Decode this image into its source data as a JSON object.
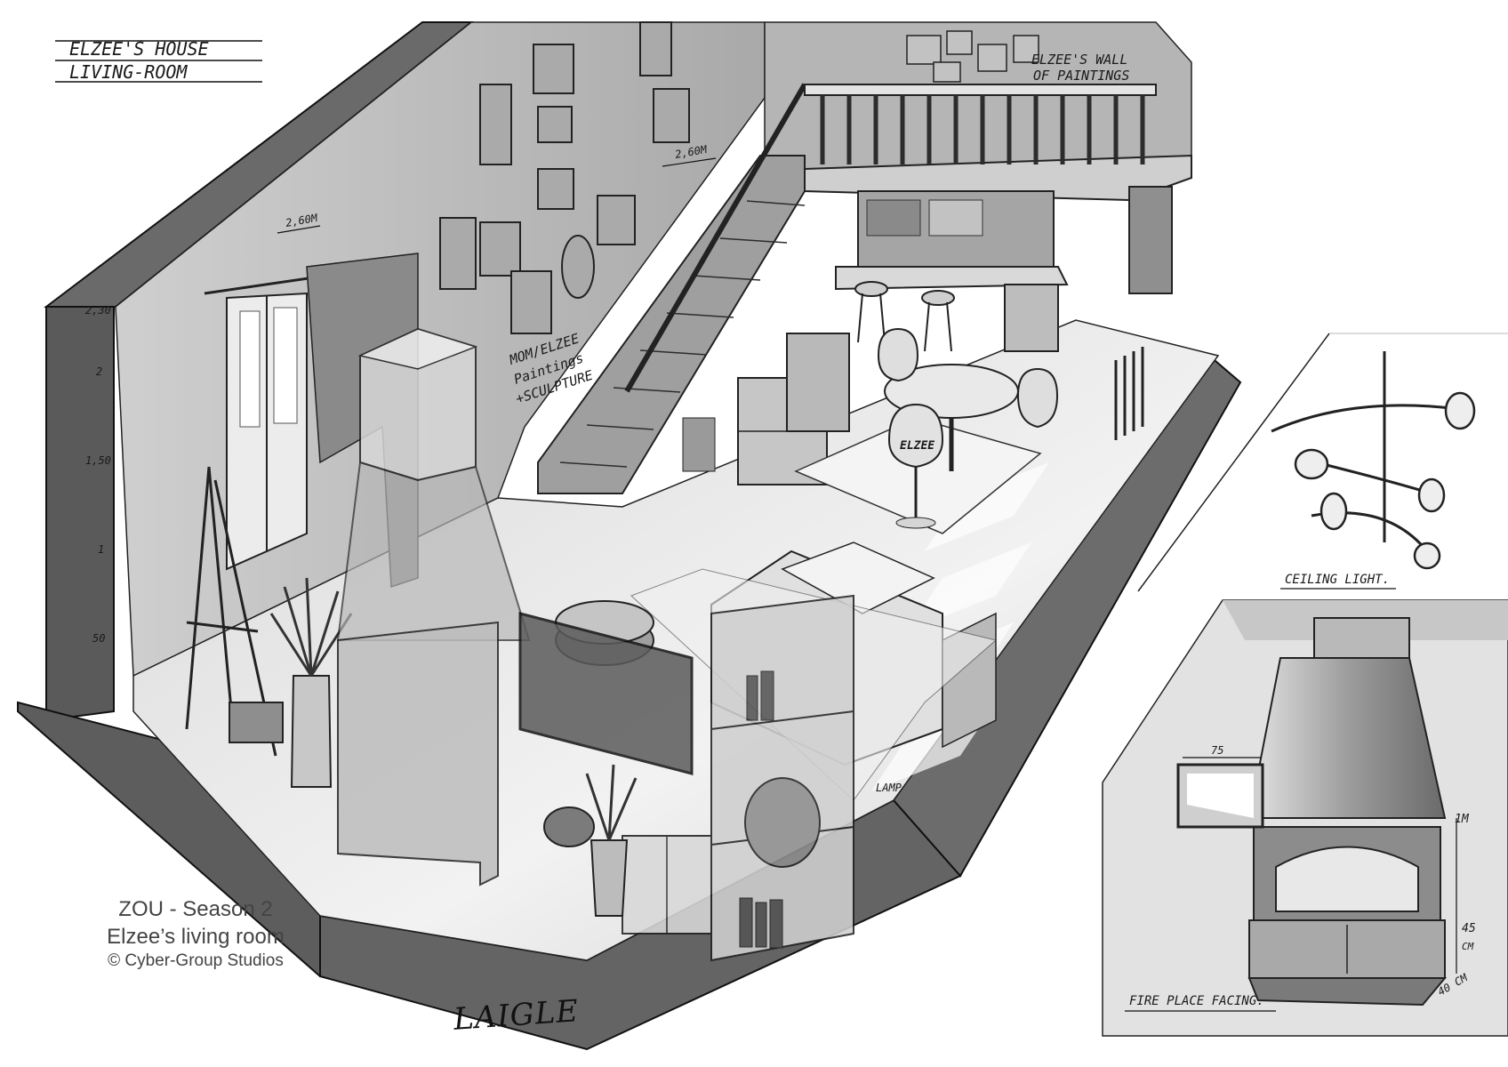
{
  "sheet": {
    "title_line1": "ELZEE'S HOUSE",
    "title_line2": "LIVING-ROOM"
  },
  "annotations": {
    "wall_paintings_line1": "ELZEE'S WALL",
    "wall_paintings_line2": "OF PAINTINGS",
    "mom_paintings_line1": "MOM/ELZEE",
    "mom_paintings_line2": "Paintings",
    "mom_paintings_line3": "+SCULPTURE",
    "stair_width": "2,60M",
    "wall_width": "2,60M",
    "chair_name": "ELZEE",
    "lamp_label": "LAMP"
  },
  "height_scale": [
    "2,30",
    "2",
    "1,50",
    "1",
    "50"
  ],
  "details": {
    "ceiling_light": "CEILING LIGHT.",
    "fireplace": "FIRE PLACE FACING.",
    "dim_width": "75",
    "dim_height_top": "1M",
    "dim_height_mid_1": "45",
    "dim_height_mid_2": "CM",
    "dim_depth": "40 CM"
  },
  "credits": {
    "line1": "ZOU - Season 2",
    "line2": "Elzee’s living room",
    "line3": "© Cyber-Group Studios"
  },
  "signature": "LAIGLE",
  "colors": {
    "wall_dark": "#5e5e5e",
    "wall_mid": "#8c8c8c",
    "floor_light": "#e9e9e9",
    "ink": "#1a1a1a"
  }
}
